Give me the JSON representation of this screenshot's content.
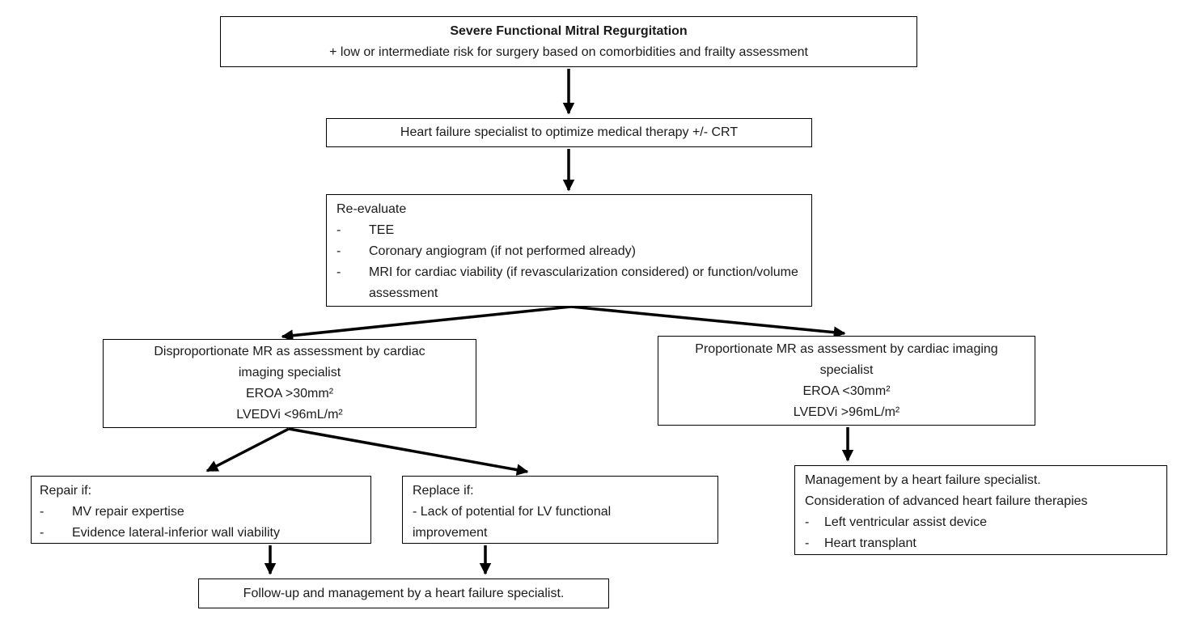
{
  "colors": {
    "background": "#ffffff",
    "box_border": "#000000",
    "text": "#1a1a1a",
    "arrow": "#000000"
  },
  "bullet_marker": "-",
  "flowchart": {
    "title_box": {
      "title": "Severe Functional Mitral Regurgitation",
      "subtitle": "+ low or intermediate risk for surgery based on comorbidities and frailty assessment"
    },
    "hf_specialist_box": {
      "text": "Heart failure specialist to optimize medical therapy +/- CRT"
    },
    "reevaluate_box": {
      "title": "Re-evaluate",
      "bullets": [
        "TEE",
        "Coronary angiogram (if not performed already)",
        "MRI for cardiac viability (if revascularization considered) or function/volume assessment"
      ]
    },
    "disproportionate_box": {
      "lines": [
        "Disproportionate MR as assessment by cardiac",
        "imaging specialist",
        "EROA >30mm²",
        "LVEDVi <96mL/m²"
      ]
    },
    "proportionate_box": {
      "lines": [
        "Proportionate MR as assessment by cardiac imaging",
        "specialist",
        "EROA <30mm²",
        "LVEDVi >96mL/m²"
      ]
    },
    "repair_box": {
      "title": "Repair if:",
      "bullets": [
        "MV repair expertise",
        "Evidence lateral-inferior wall viability"
      ]
    },
    "replace_box": {
      "title": "Replace if:",
      "lines": [
        "- Lack of potential for LV functional",
        "improvement"
      ]
    },
    "management_box": {
      "lines": [
        "Management by a heart failure specialist.",
        "Consideration of advanced heart failure therapies"
      ],
      "bullets": [
        "Left ventricular assist device",
        "Heart transplant"
      ]
    },
    "followup_box": {
      "text": "Follow-up and management by a heart failure specialist."
    }
  }
}
